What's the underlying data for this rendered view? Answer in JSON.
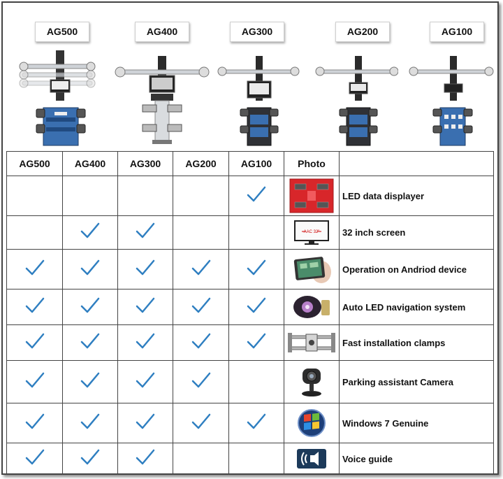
{
  "models": [
    "AG500",
    "AG400",
    "AG300",
    "AG200",
    "AG100"
  ],
  "table": {
    "headers": [
      "AG500",
      "AG400",
      "AG300",
      "AG200",
      "AG100",
      "Photo",
      ""
    ],
    "rows": [
      {
        "feature": "LED data displayer",
        "icon": "led-display-icon",
        "checks": [
          false,
          false,
          false,
          false,
          true
        ]
      },
      {
        "feature": "32 inch screen",
        "icon": "monitor-icon",
        "checks": [
          false,
          true,
          true,
          false,
          false
        ]
      },
      {
        "feature": "Operation on Andriod device",
        "icon": "tablet-icon",
        "checks": [
          true,
          true,
          true,
          true,
          true
        ]
      },
      {
        "feature": "Auto LED navigation system",
        "icon": "navigation-sensor-icon",
        "checks": [
          true,
          true,
          true,
          true,
          true
        ]
      },
      {
        "feature": "Fast installation clamps",
        "icon": "wheel-clamp-icon",
        "checks": [
          true,
          true,
          true,
          true,
          true
        ]
      },
      {
        "feature": "Parking assistant Camera",
        "icon": "webcam-icon",
        "checks": [
          true,
          true,
          true,
          true,
          false
        ]
      },
      {
        "feature": "Windows 7 Genuine",
        "icon": "windows-logo-icon",
        "checks": [
          true,
          true,
          true,
          true,
          true
        ]
      },
      {
        "feature": "Voice guide",
        "icon": "voice-guide-icon",
        "checks": [
          true,
          true,
          true,
          false,
          false
        ]
      }
    ]
  },
  "monitor_screen_text": "AAC 32\"",
  "colors": {
    "check": "#2f7fc1",
    "border": "#444444",
    "cabinet": "#3a6fb0"
  }
}
